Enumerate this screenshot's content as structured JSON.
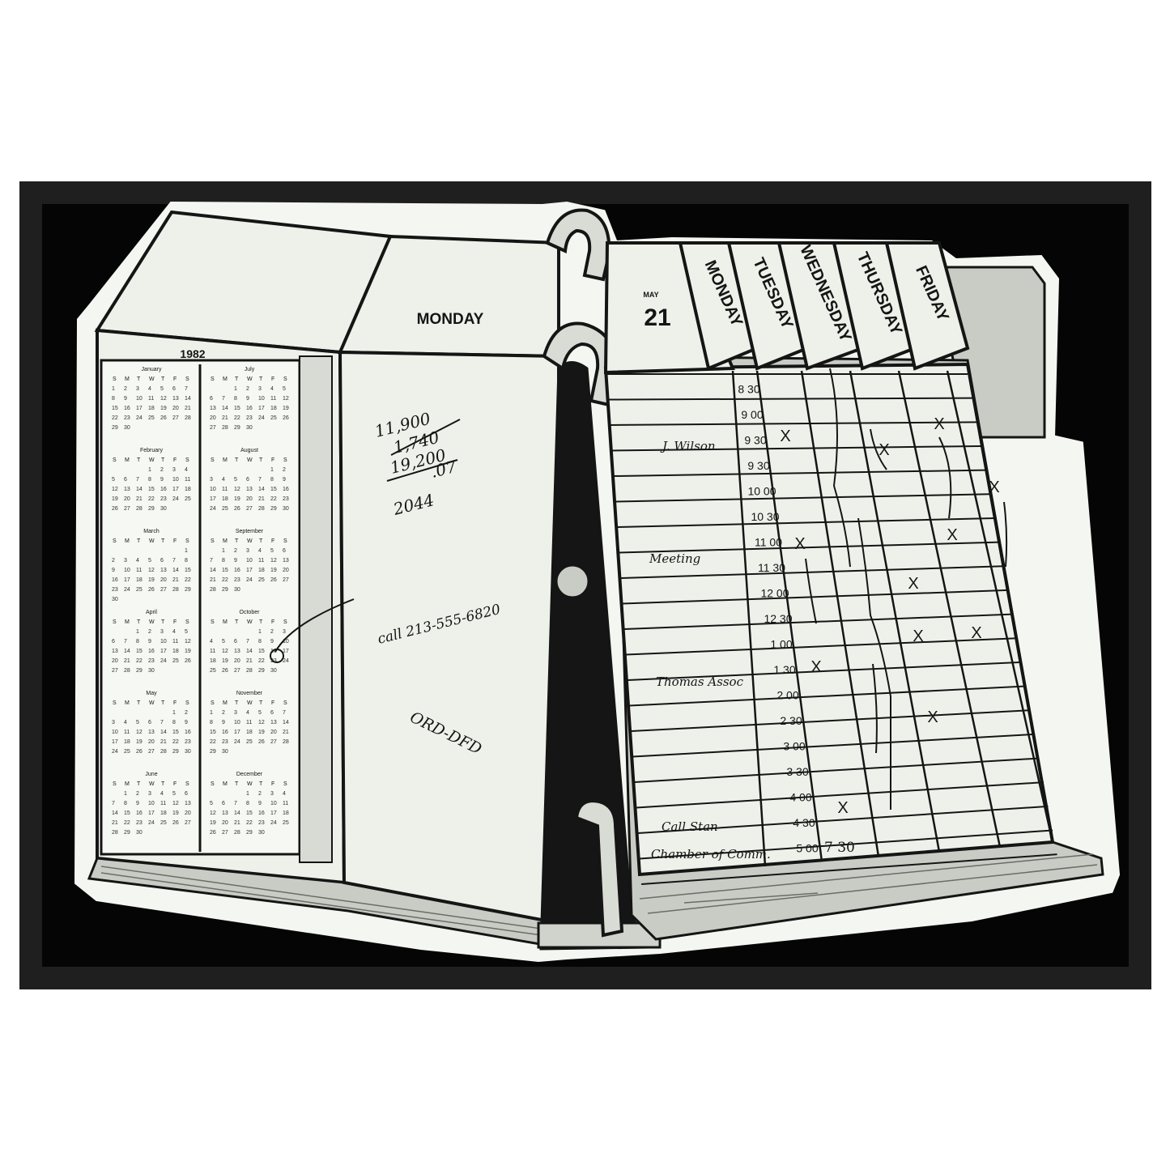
{
  "colors": {
    "frame": "#1f1f1f",
    "mat": "#050505",
    "paper": "#eef1ea",
    "ink": "#151515",
    "shadow": "#b9bcb5"
  },
  "calendar": {
    "year": "1982",
    "months_left": [
      "January",
      "February",
      "March",
      "April",
      "May",
      "June"
    ],
    "months_right": [
      "July",
      "August",
      "September",
      "October",
      "November",
      "December"
    ],
    "weekday_letters": [
      "S",
      "M",
      "T",
      "W",
      "T",
      "F",
      "S"
    ]
  },
  "middle_page": {
    "day_heading": "MONDAY",
    "numbers": [
      "11,900",
      "1,740",
      "19,200",
      ".07",
      "2044"
    ],
    "note_phone": "call 213-555-6820",
    "note_code": "ORD-DFD"
  },
  "right_page": {
    "date_label": "MAY",
    "date_number": "21",
    "tabs": [
      "MONDAY",
      "TUESDAY",
      "WEDNESDAY",
      "THURSDAY",
      "FRIDAY"
    ],
    "times": [
      "8 30",
      "9 00",
      "9 30",
      "9 30",
      "10 00",
      "10 30",
      "11 00",
      "11 30",
      "12 00",
      "12 30",
      "1 00",
      "1 30",
      "2 00",
      "2 30",
      "3 00",
      "3 30",
      "4 00",
      "4 30",
      "5 00"
    ],
    "notes": {
      "r3": "J. Wilson",
      "r8": "Meeting",
      "r13": "Thomas Assoc",
      "r18": "Call Stan",
      "bottom": "Chamber of Comm."
    },
    "bottom_time": "7 30",
    "mark": "X"
  }
}
